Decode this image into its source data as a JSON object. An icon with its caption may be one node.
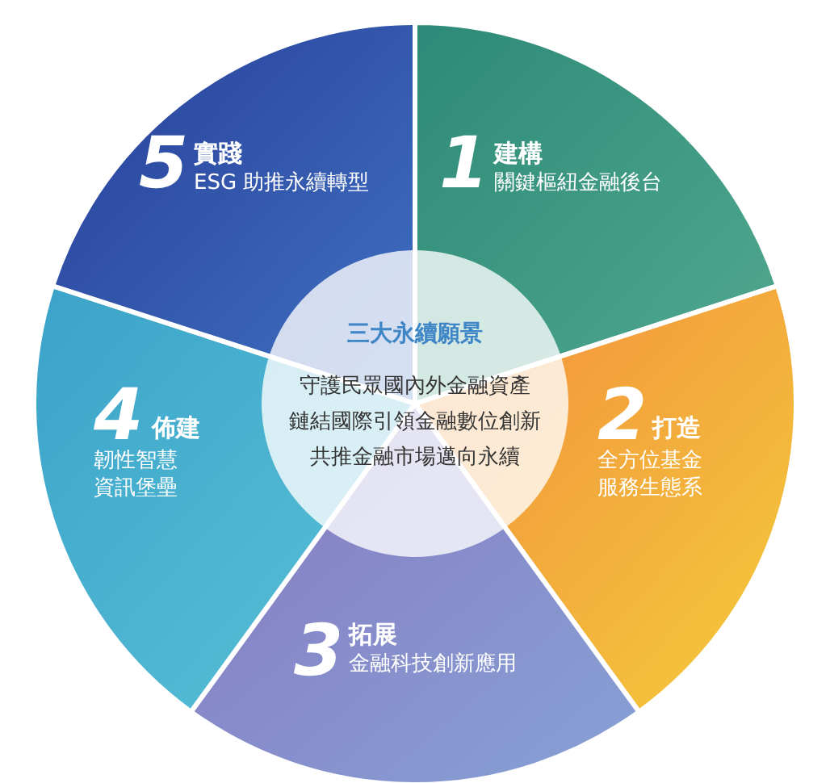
{
  "diagram": {
    "nodes": [
      {
        "text": [
          "1",
          "建構",
          "關鍵樞紐金融後台"
        ]
      },
      {
        "text": [
          "2",
          "打造",
          "全方位基金服務生態系"
        ]
      },
      {
        "text": [
          "3",
          "拓展",
          "金融科技創新應用"
        ]
      },
      {
        "text": [
          "4",
          "佈建",
          "韌性智慧資訊堡壘"
        ]
      },
      {
        "text": [
          "5",
          "實踐",
          "ESG 助推永續轉型"
        ]
      },
      {
        "text": [
          "三大永續願景",
          "守護民眾國內外金融資產",
          "鏈結國際引領金融數位創新",
          "共推金融市場邁向永續"
        ]
      }
    ]
  }
}
